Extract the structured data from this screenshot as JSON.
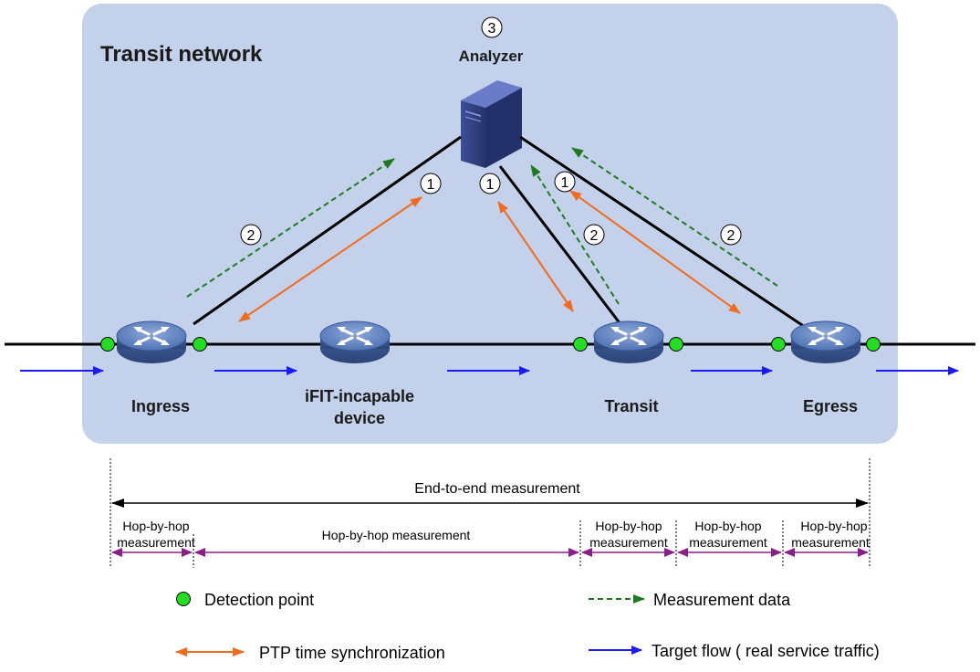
{
  "region": {
    "title": "Transit network",
    "fill": "#c3d1ea"
  },
  "analyzer": {
    "label": "Analyzer",
    "step": "3"
  },
  "devices": [
    {
      "id": "ingress",
      "label": "Ingress"
    },
    {
      "id": "incapable",
      "label_line1": "iFIT-incapable",
      "label_line2": "device"
    },
    {
      "id": "transit",
      "label": "Transit"
    },
    {
      "id": "egress",
      "label": "Egress"
    }
  ],
  "steps": {
    "ptp": "1",
    "data": "2"
  },
  "measurement": {
    "end_to_end": "End-to-end measurement",
    "hop_line1": "Hop-by-hop",
    "hop_line2": "measurement",
    "hop_single": "Hop-by-hop measurement"
  },
  "legend": {
    "detection_point": "Detection point",
    "measurement_data": "Measurement data",
    "ptp": "PTP time synchronization",
    "target_flow": "Target flow ( real service traffic)"
  },
  "colors": {
    "ptp": "#f26a1b",
    "measurement_data": "#1f7a1f",
    "target_flow": "#1a1aff",
    "detection_point": "#22dd22",
    "hop_arrow": "#8a1f8a",
    "router": "#4a6fb0"
  }
}
